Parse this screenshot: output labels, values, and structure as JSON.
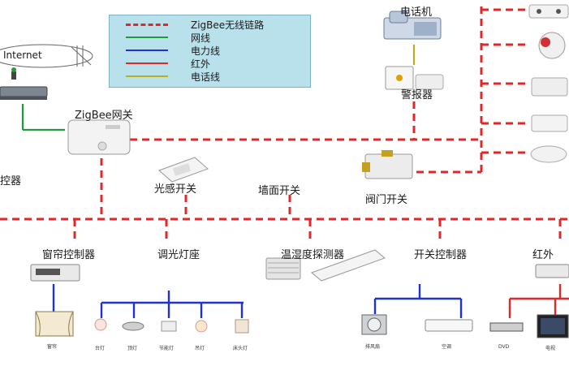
{
  "legend": {
    "items": [
      {
        "label": "ZigBee无线链路",
        "color": "#e0282a",
        "style": "dashed"
      },
      {
        "label": "网线",
        "color": "#1f9a3a",
        "style": "solid"
      },
      {
        "label": "电力线",
        "color": "#1f32d6",
        "style": "solid"
      },
      {
        "label": "红外",
        "color": "#e0282a",
        "style": "solid"
      },
      {
        "label": "电话线",
        "color": "#b6b021",
        "style": "solid"
      }
    ]
  },
  "nodes": {
    "internet": "Internet",
    "gateway": "ZigBee网关",
    "phone": "电话机",
    "alarm": "警报器",
    "controller_partial": "控器",
    "light_sensor_switch": "光感开关",
    "wall_switch": "墙面开关",
    "valve_switch": "阀门开关",
    "curtain_controller": "窗帘控制器",
    "dimmer_socket": "调光灯座",
    "temp_humidity_detector": "温湿度探测器",
    "switch_controller": "开关控制器",
    "ir_partial": "红外"
  },
  "devices": {
    "curtain": "窗帘",
    "lamps": [
      "台灯",
      "顶灯",
      "节能灯",
      "吊灯",
      "床头灯"
    ],
    "switch_targets": [
      "排风扇",
      "空调"
    ],
    "ir_targets": [
      "DVD",
      "电视"
    ]
  },
  "colors": {
    "zigbee": "#e0282a",
    "ethernet": "#1f9a3a",
    "power": "#1f32d6",
    "infrared": "#e0282a",
    "phone_line": "#b6b021"
  }
}
